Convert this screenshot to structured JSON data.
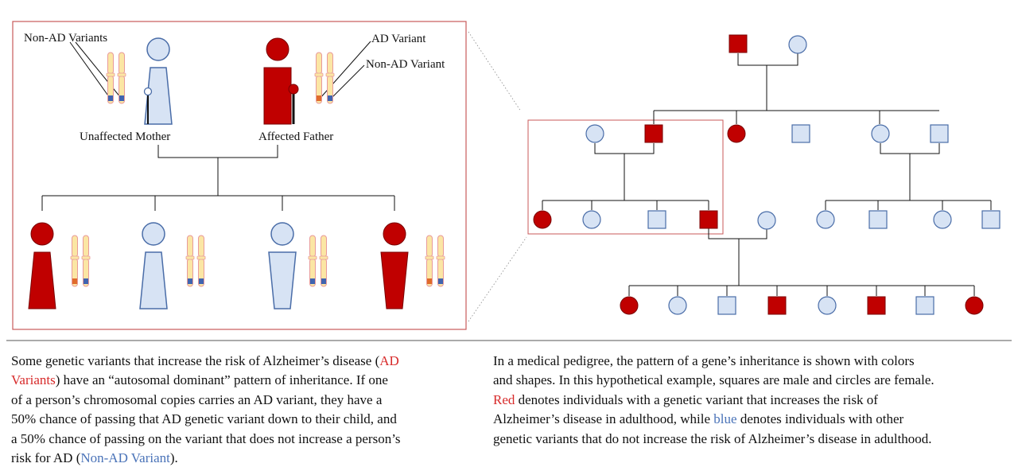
{
  "colors": {
    "affected": "#c00000",
    "unaffected_fill": "#d7e3f4",
    "unaffected_stroke": "#4a6da8",
    "chromosome": "#fbe6a4",
    "chromosome_edge": "#e89a9a",
    "ad_band": "#e06b2b",
    "non_ad_band": "#4064b0",
    "frame": "#c85a5a",
    "red_text": "#d72a2a",
    "blue_text": "#4a73b8"
  },
  "left_panel": {
    "label_non_ad_variants": "Non-AD Variants",
    "label_ad_variant": "AD Variant",
    "label_non_ad_variant": "Non-AD Variant",
    "label_mother": "Unaffected Mother",
    "label_father": "Affected Father",
    "children": [
      "affected",
      "unaffected",
      "unaffected",
      "affected"
    ]
  },
  "pedigree": {
    "legend": {
      "square": "male",
      "circle": "female",
      "red": "affected",
      "blue": "unaffected"
    },
    "generation_1": [
      "affected-male",
      "unaffected-female"
    ],
    "generation_2": [
      "unaffected-female",
      "affected-male",
      "affected-female",
      "unaffected-male",
      "unaffected-female",
      "unaffected-male"
    ],
    "generation_3": [
      "affected-female",
      "unaffected-female",
      "unaffected-male",
      "affected-male",
      "unaffected-female",
      "unaffected-female",
      "unaffected-male",
      "unaffected-male"
    ],
    "generation_4": [
      "affected-female",
      "unaffected-female",
      "unaffected-male",
      "affected-male",
      "unaffected-female",
      "affected-male",
      "unaffected-male",
      "affected-female"
    ]
  },
  "text_left": {
    "l1_a": "Some genetic variants that increase the risk of Alzheimer’s disease (",
    "l1_red": "AD",
    "l2_red": "Variants",
    "l2_b": ") have an “autosomal dominant” pattern of inheritance. If one",
    "l3": "of a person’s chromosomal copies carries an AD variant, they have a",
    "l4": "50% chance of passing that AD genetic variant down to their child, and",
    "l5": "a 50% chance of passing on the variant that does not increase a person’s",
    "l6_a": "risk for AD (",
    "l6_blue": "Non-AD Variant",
    "l6_b": ")."
  },
  "text_right": {
    "l1": "In a medical pedigree, the pattern of a gene’s inheritance is shown with colors",
    "l2": "and shapes. In this hypothetical example, squares are male and circles are female.",
    "l3_red": "Red",
    "l3_b": " denotes individuals with a genetic variant that increases the risk of",
    "l4_a": "Alzheimer’s disease in adulthood, while ",
    "l4_blue": "blue",
    "l4_b": " denotes individuals with other",
    "l5": "genetic variants that do not increase the risk of Alzheimer’s disease in adulthood."
  }
}
